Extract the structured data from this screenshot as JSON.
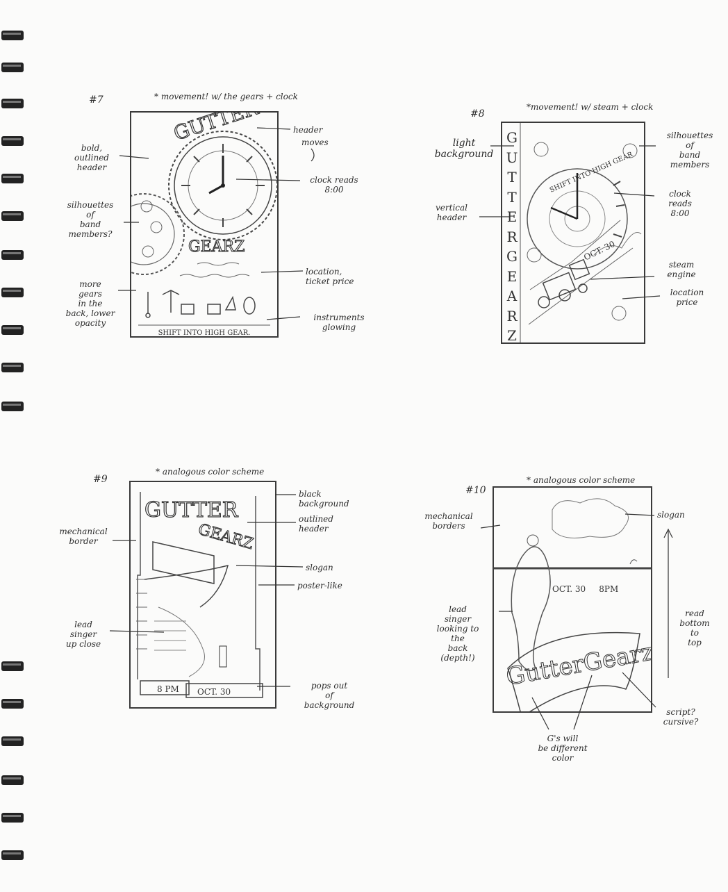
{
  "sketches": [
    {
      "number": "#7",
      "note": "* movement! w/ the gears + clock",
      "title_top": "GUTTER",
      "title_bottom": "GEARZ",
      "footer": "SHIFT INTO HIGH GEAR.",
      "annotations": {
        "header": "header",
        "moves": "moves",
        "bold_header": "bold,\noutlined\nheader",
        "clock": "clock reads\n8:00",
        "silhouettes": "silhouettes\nof\nband\nmembers?",
        "location": "location,\nticket price",
        "more_gears": "more\ngears\nin the\nback, lower\nopacity",
        "instruments": "instruments\nglowing"
      }
    },
    {
      "number": "#8",
      "note": "*movement! w/ steam + clock",
      "vertical_title": "GUTTERGEARZ",
      "arc_text": "SHIFT INTO HIGH GEAR",
      "date": "OCT. 30",
      "annotations": {
        "light_bg": "light\nbackground",
        "vertical_header": "vertical\nheader",
        "silhouettes": "silhouettes\nof\nband\nmembers",
        "clock": "clock\nreads\n8:00",
        "steam": "steam\nengine",
        "location": "location\nprice"
      }
    },
    {
      "number": "#9",
      "note": "* analogous color scheme",
      "title_top": "GUTTER",
      "title_bottom": "GEARZ",
      "time": "8 PM",
      "date": "OCT. 30",
      "annotations": {
        "mech_border": "mechanical\nborder",
        "black_bg": "black\nbackground",
        "outlined_header": "outlined\nheader",
        "slogan": "slogan",
        "poster": "poster-like",
        "lead_singer": "lead\nsinger\nup close",
        "pops_out": "pops out\nof\nbackground"
      }
    },
    {
      "number": "#10",
      "note": "* analogous color scheme",
      "date_time": "OCT. 30     8PM",
      "script_title": "GutterGearz",
      "annotations": {
        "mech_borders": "mechanical\nborders",
        "slogan": "slogan",
        "lead_singer": "lead\nsinger\nlooking to\nthe\nback\n(depth!)",
        "read_bottom": "read\nbottom\nto\ntop",
        "script": "script?\ncursive?",
        "gs": "G's will\nbe different\ncolor"
      }
    }
  ]
}
